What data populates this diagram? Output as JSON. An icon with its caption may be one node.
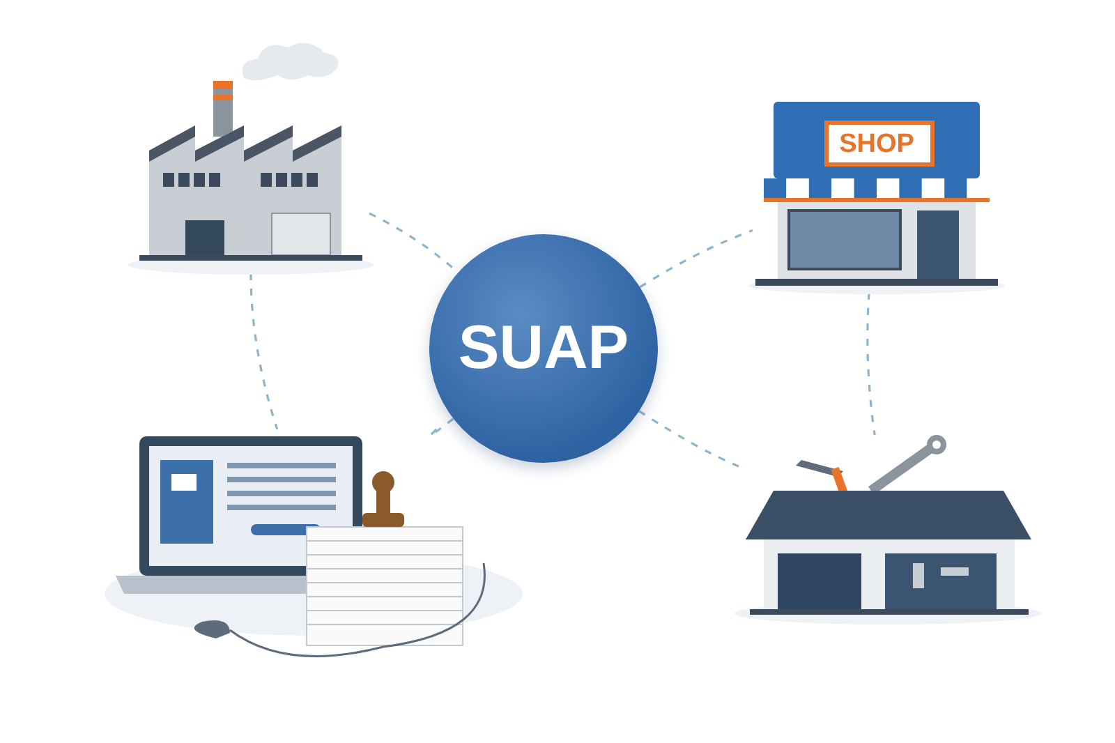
{
  "diagram": {
    "nodes": [
      {
        "text": [],
        "shape": "picture"
      },
      {
        "text": [
          "SUAP"
        ]
      },
      {
        "text": [
          "SHOP"
        ]
      },
      {
        "text": [],
        "shape": "picture"
      },
      {
        "text": [],
        "shape": "picture"
      }
    ],
    "edges": [
      {
        "from": 0,
        "to": 1,
        "arrow": "none",
        "style": "dashed"
      },
      {
        "from": 1,
        "to": 2,
        "arrow": "none",
        "style": "dashed"
      },
      {
        "from": 0,
        "to": 3,
        "arrow": "none",
        "style": "dashed"
      },
      {
        "from": 3,
        "to": 1,
        "arrow": "none",
        "style": "dashed"
      },
      {
        "from": 2,
        "to": 4,
        "arrow": "none",
        "style": "dashed"
      },
      {
        "from": 4,
        "to": 1,
        "arrow": "none",
        "style": "dashed"
      }
    ]
  }
}
